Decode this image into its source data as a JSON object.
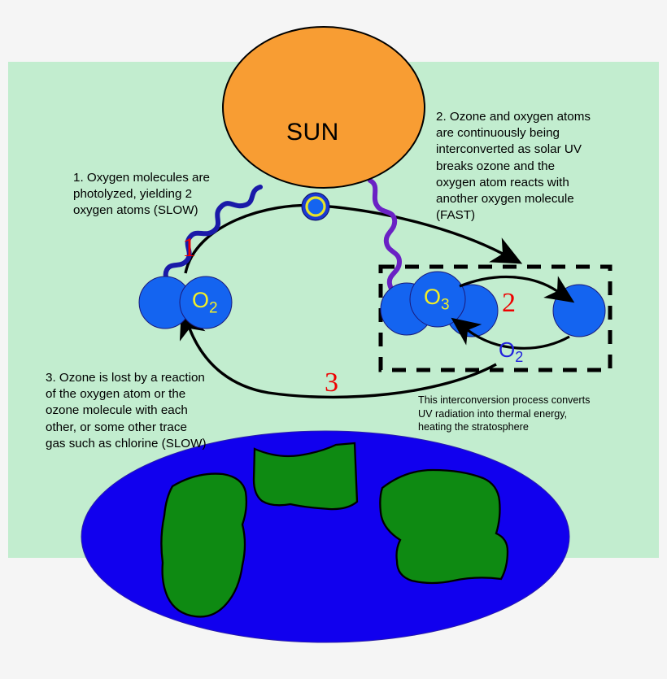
{
  "figure": {
    "title": "Ozone-oxygen cycle (Chapman cycle) diagram",
    "background_color": "#f5f5f5",
    "sky_color": "#c2edcf"
  },
  "sun": {
    "label": "SUN",
    "fill": "#f89d33",
    "stroke": "#000000"
  },
  "earth": {
    "ocean_color": "#1100ee",
    "land_color": "#0e8a12"
  },
  "species": {
    "oxygen_atom": "O",
    "oxygen_molecule": "O",
    "oxygen_molecule_sub": "2",
    "ozone": "O",
    "ozone_sub": "3",
    "product_label": "O",
    "product_label_sub": "2",
    "label_color": "#f2ef28",
    "product_label_color": "#2222dd",
    "atom_color": "#1464f0"
  },
  "steps": [
    {
      "number": "1",
      "text": "1. Oxygen molecules are\nphotolyzed, yielding 2\noxygen atoms (SLOW)"
    },
    {
      "number": "2",
      "text": "2. Ozone and oxygen atoms\nare continuously being\ninterconverted as solar UV\nbreaks ozone and the\noxygen atom reacts with\nanother oxygen molecule\n(FAST)"
    },
    {
      "number": "3",
      "text": "3. Ozone is lost by a reaction\nof the oxygen atom or the\nozone molecule with each\nother, or some other trace\ngas such as chlorine (SLOW)"
    }
  ],
  "footnote": {
    "text": "This interconversion process converts\nUV radiation into thermal energy,\nheating the stratosphere"
  },
  "rays": {
    "left_color": "#1a1aa8",
    "right_color": "#6a21c4"
  },
  "numbers": {
    "one": "1",
    "two": "2",
    "three": "3",
    "color": "#ee0000"
  }
}
